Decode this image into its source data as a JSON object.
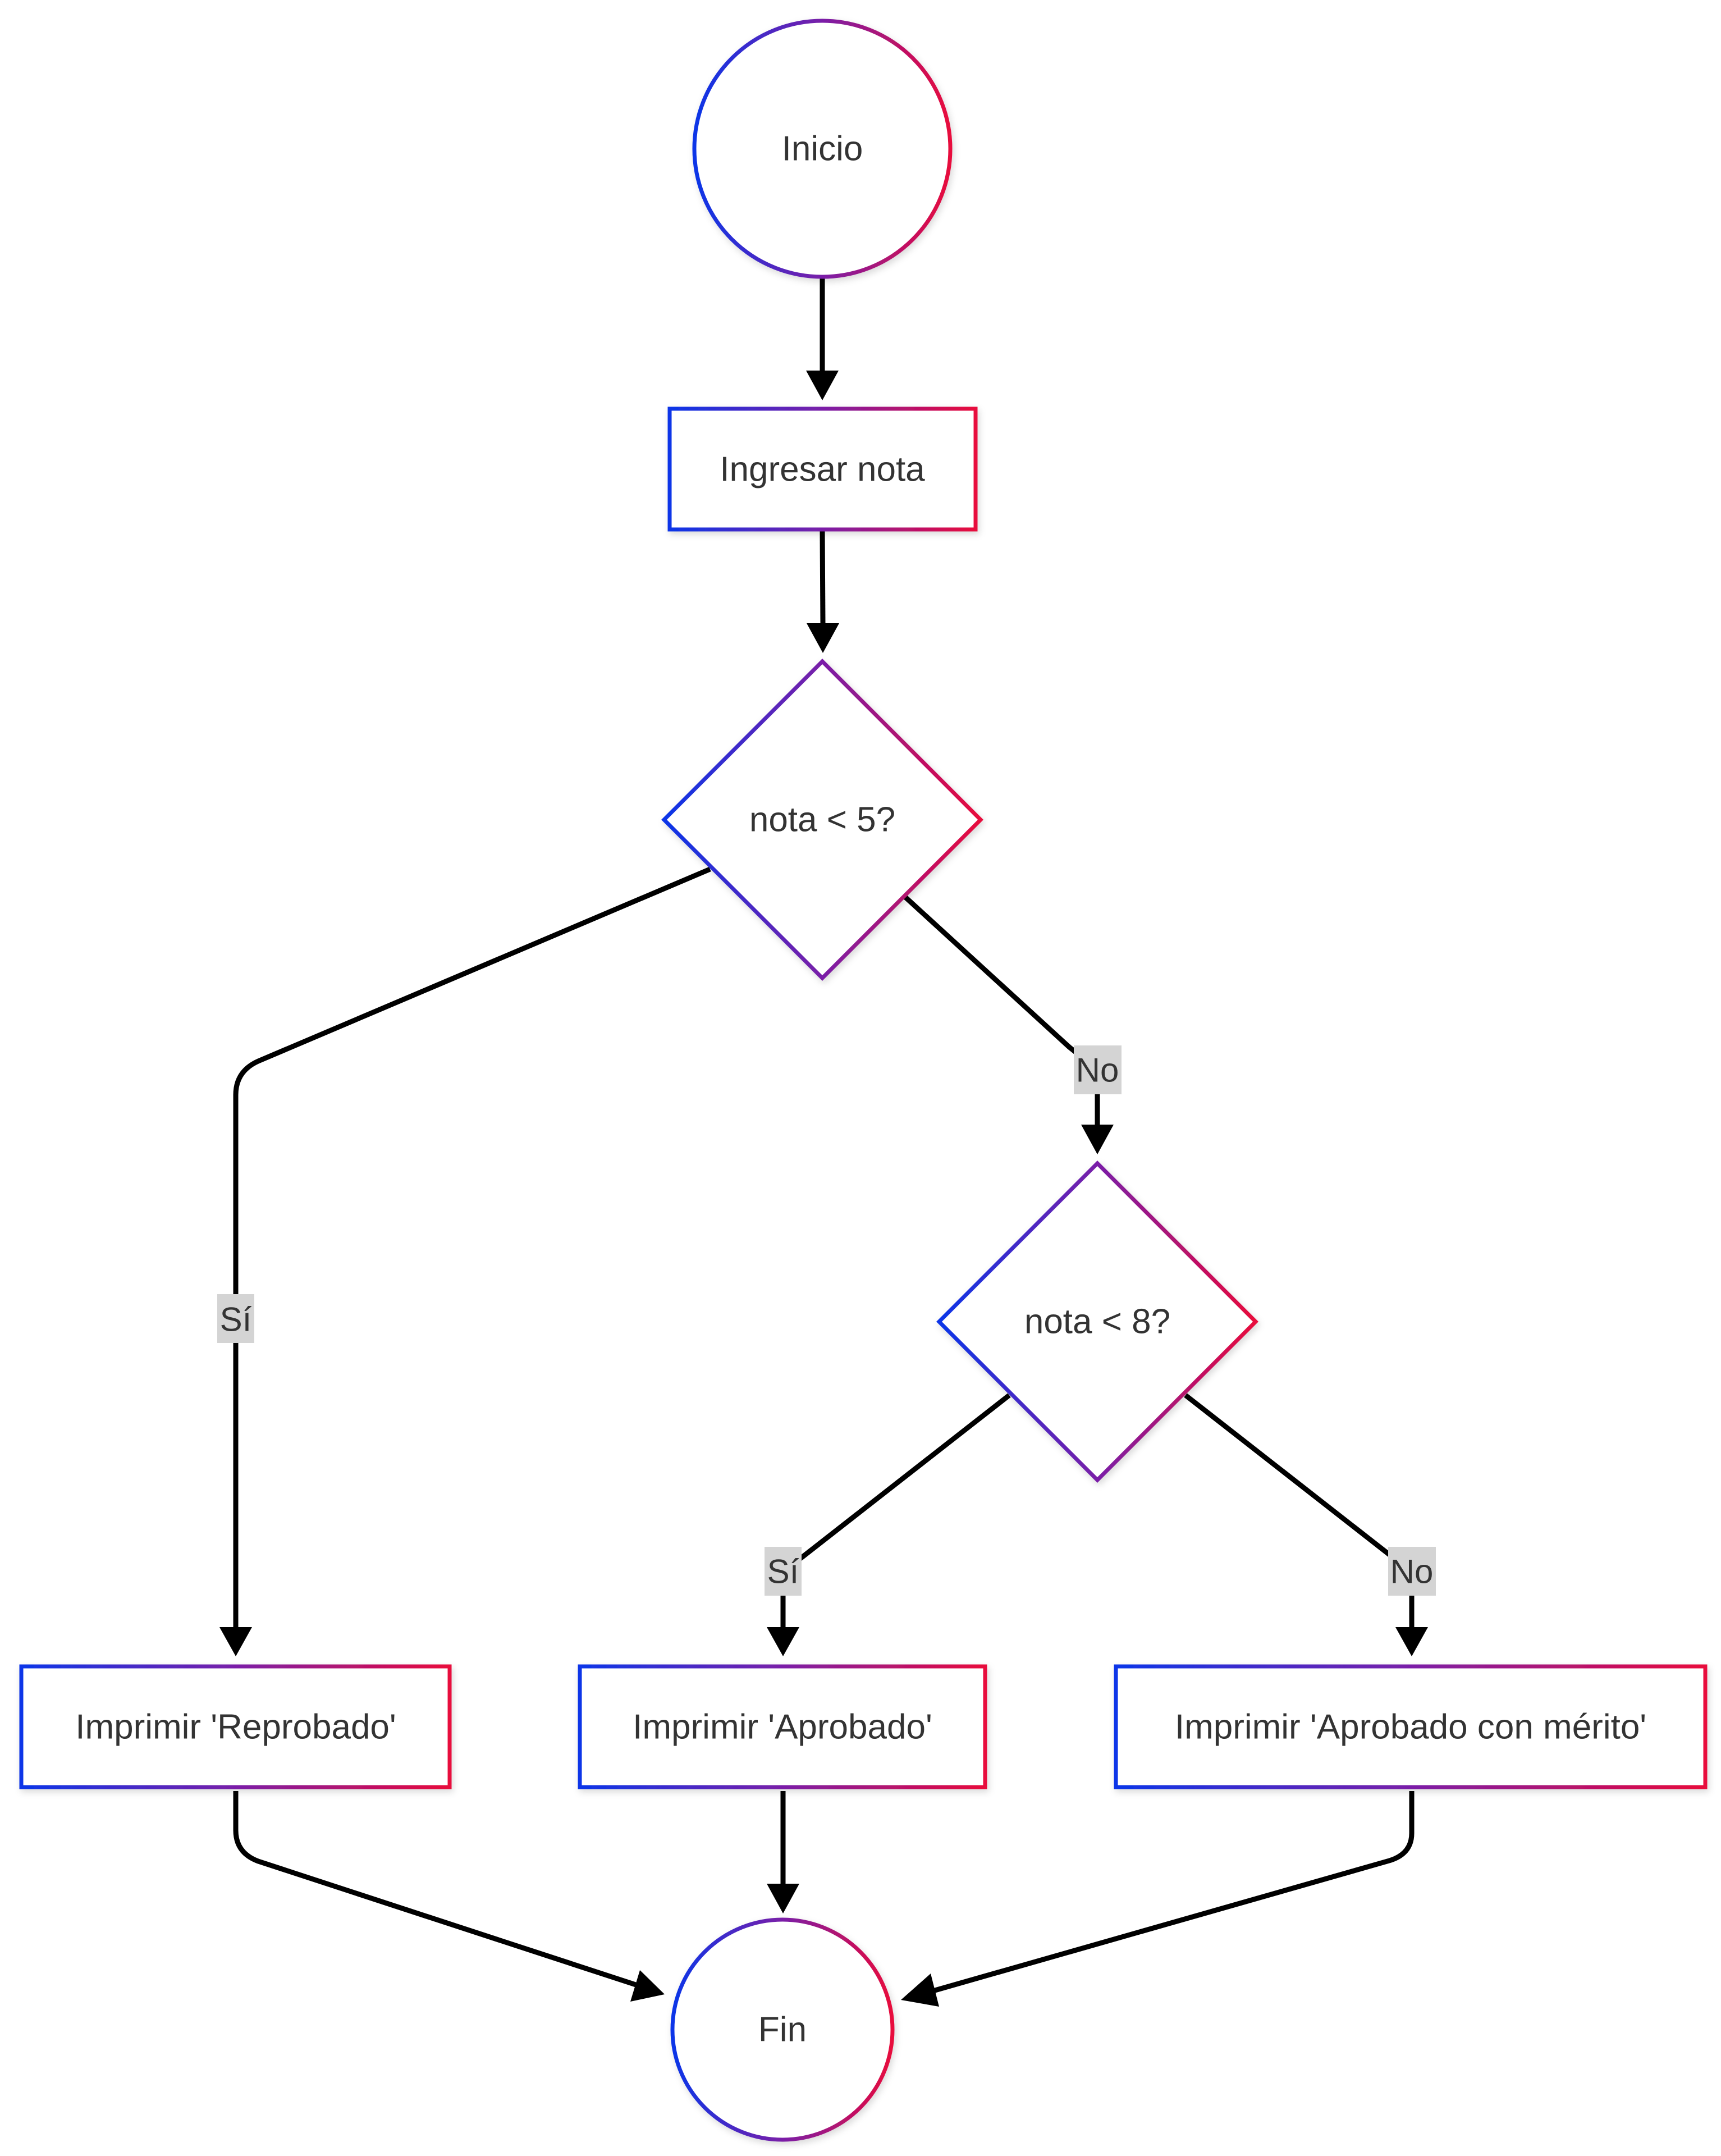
{
  "diagram": {
    "colors": {
      "gradient_start": "#0b35e8",
      "gradient_end": "#e8083c",
      "edge": "#000000",
      "label_bg": "#d4d4d4",
      "text": "#333333"
    },
    "nodes": {
      "start": {
        "label": "Inicio",
        "shape": "circle"
      },
      "input": {
        "label": "Ingresar nota",
        "shape": "rectangle"
      },
      "decision1": {
        "label": "nota < 5?",
        "shape": "diamond"
      },
      "decision2": {
        "label": "nota < 8?",
        "shape": "diamond"
      },
      "reprobado": {
        "label": "Imprimir 'Reprobado'",
        "shape": "rectangle"
      },
      "aprobado": {
        "label": "Imprimir 'Aprobado'",
        "shape": "rectangle"
      },
      "merito": {
        "label": "Imprimir 'Aprobado con mérito'",
        "shape": "rectangle"
      },
      "end": {
        "label": "Fin",
        "shape": "circle"
      }
    },
    "edges": {
      "d1_yes": "Sí",
      "d1_no": "No",
      "d2_yes": "Sí",
      "d2_no": "No"
    }
  }
}
